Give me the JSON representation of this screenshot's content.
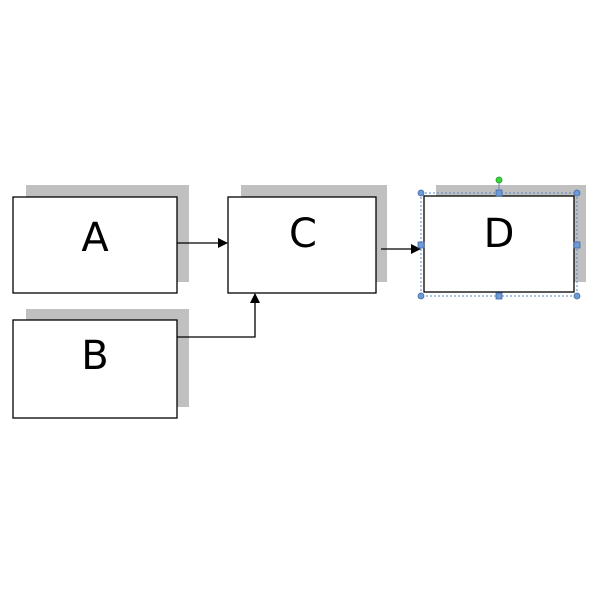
{
  "diagram": {
    "nodes": [
      {
        "id": "A",
        "label": "A"
      },
      {
        "id": "B",
        "label": "B"
      },
      {
        "id": "C",
        "label": "C"
      },
      {
        "id": "D",
        "label": "D",
        "selected": true
      }
    ],
    "edges": [
      {
        "from": "A",
        "to": "C"
      },
      {
        "from": "B",
        "to": "C"
      },
      {
        "from": "C",
        "to": "D"
      }
    ]
  },
  "colors": {
    "shadow": "#c0c0c0",
    "border": "#000000",
    "selection": "#5b87c8",
    "rotate_handle": "#3ad53a"
  }
}
